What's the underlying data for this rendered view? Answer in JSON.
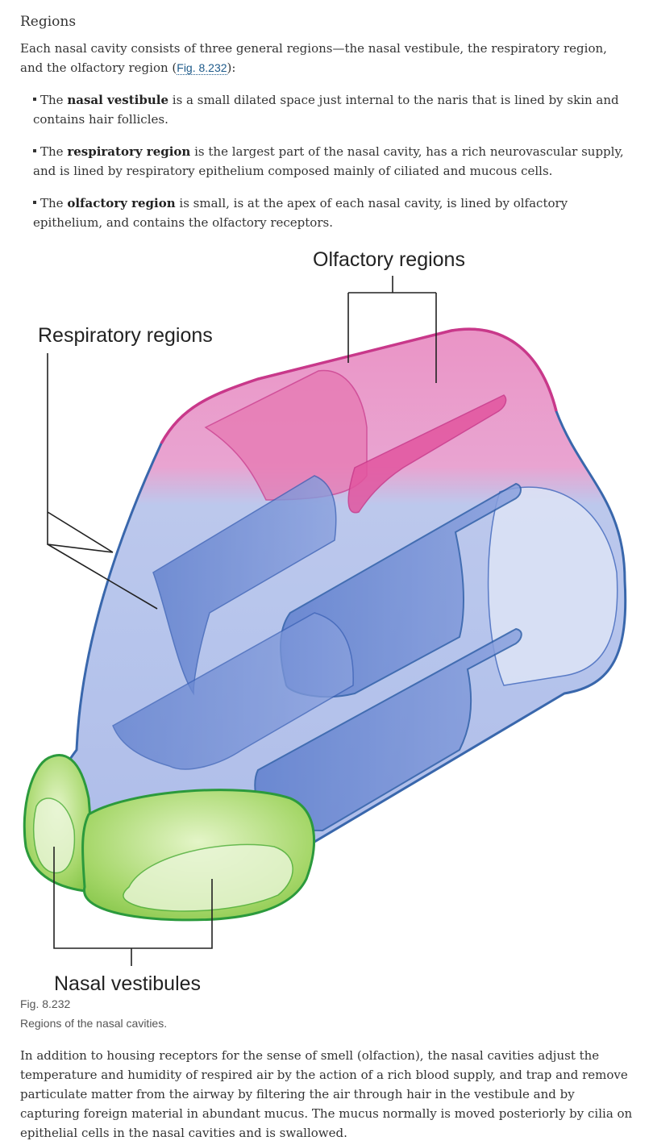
{
  "section": {
    "heading": "Regions",
    "intro_before": "Each nasal cavity consists of three general regions—the nasal vestibule, the respiratory region, and the olfactory region (",
    "intro_figref": "Fig. 8.232",
    "intro_after": "):"
  },
  "bullets": [
    {
      "prefix": "The ",
      "term": "nasal vestibule",
      "text": " is a small dilated space just internal to the naris that is lined by skin and contains hair follicles."
    },
    {
      "prefix": "The ",
      "term": "respiratory region",
      "text": " is the largest part of the nasal cavity, has a rich neurovascular supply, and is lined by respiratory epithelium composed mainly of ciliated and mucous cells."
    },
    {
      "prefix": "The ",
      "term": "olfactory region",
      "text": " is small, is at the apex of each nasal cavity, is lined by olfactory epithelium, and contains the olfactory receptors."
    }
  ],
  "figure": {
    "labels": {
      "olfactory": "Olfactory regions",
      "respiratory": "Respiratory regions",
      "vestibules": "Nasal vestibules"
    },
    "colors": {
      "respiratory": "#2f5fa8",
      "olfactory": "#c9388a",
      "vestibule": "#2b9a3c"
    },
    "fig_label": "Fig. 8.232",
    "caption": "Regions of the nasal cavities."
  },
  "closing": "In addition to housing receptors for the sense of smell (olfaction), the nasal cavities adjust the temperature and humidity of respired air by the action of a rich blood supply, and trap and remove particulate matter from the airway by filtering the air through hair in the vestibule and by capturing foreign material in abundant mucus. The mucus normally is moved posteriorly by cilia on epithelial cells in the nasal cavities and is swallowed."
}
